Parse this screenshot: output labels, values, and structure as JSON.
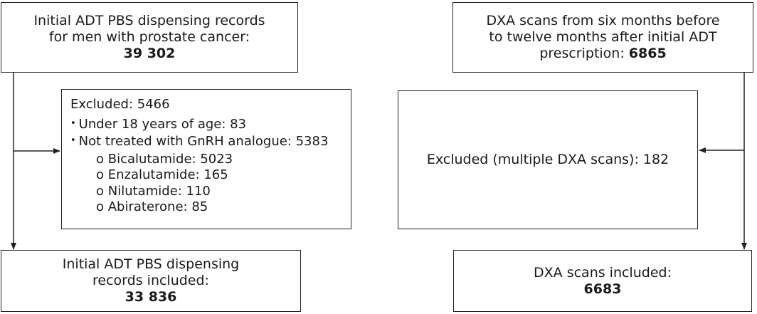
{
  "left": {
    "top_box": {
      "line1": "Initial ADT PBS dispensing records",
      "line2": "for men with prostate cancer:",
      "count": "39 302"
    },
    "excluded": {
      "heading": "Excluded: 5466",
      "items": [
        "Under 18 years of age: 83",
        "Not treated with GnRH analogue: 5383"
      ],
      "subitems": [
        "o Bicalutamide: 5023",
        "o Enzalutamide: 165",
        "o Nilutamide: 110",
        "o Abiraterone: 85"
      ]
    },
    "bottom_box": {
      "line1": "Initial ADT PBS dispensing",
      "line2": "records included:",
      "count": "33 836"
    }
  },
  "right": {
    "top_box": {
      "line1": "DXA scans from six months before",
      "line2": "to twelve months after initial ADT",
      "line3_prefix": "prescription: ",
      "count": "6865"
    },
    "excluded": {
      "text": "Excluded (multiple DXA scans): 182"
    },
    "bottom_box": {
      "line1": "DXA scans included:",
      "count": "6683"
    }
  }
}
